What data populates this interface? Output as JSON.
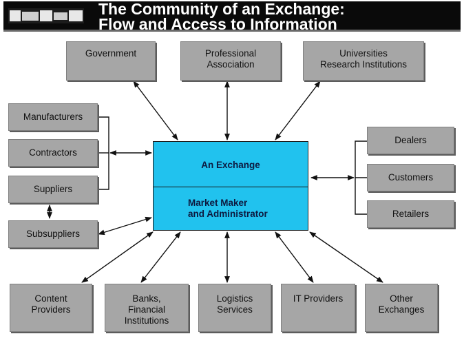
{
  "header": {
    "title_line1": "The Community of an Exchange:",
    "title_line2": "Flow and Access to Information"
  },
  "exchange": {
    "top_label": "An Exchange",
    "bottom_label": "Market Maker\nand Administrator",
    "color": "#21c2ee"
  },
  "nodes": {
    "government": "Government",
    "professional_association": "Professional\nAssociation",
    "universities": "Universities\nResearch Institutions",
    "manufacturers": "Manufacturers",
    "contractors": "Contractors",
    "suppliers": "Suppliers",
    "subsuppliers": "Subsuppliers",
    "dealers": "Dealers",
    "customers": "Customers",
    "retailers": "Retailers",
    "content_providers": "Content\nProviders",
    "banks": "Banks,\nFinancial\nInstitutions",
    "logistics": "Logistics\nServices",
    "it_providers": "IT Providers",
    "other_exchanges": "Other\nExchanges"
  },
  "colors": {
    "box_fill": "#a6a6a6",
    "header_bg": "#0a0a0a"
  }
}
